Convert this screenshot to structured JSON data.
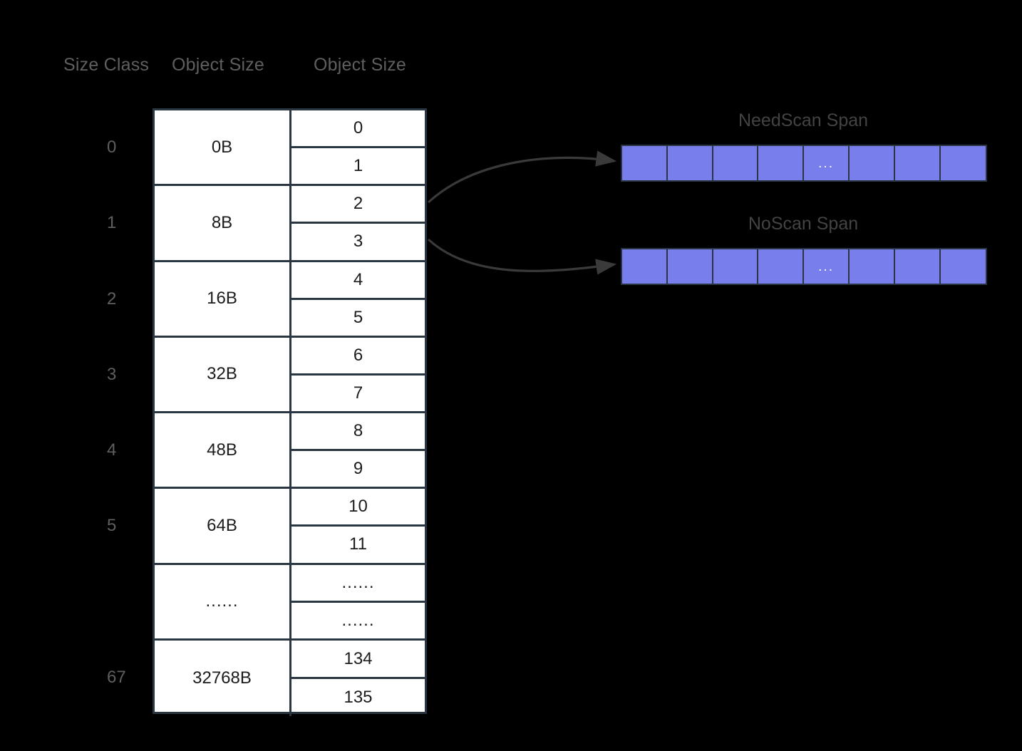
{
  "headers": {
    "size_class": "Size Class",
    "object_size_left": "Object Size",
    "object_size_right": "Object Size"
  },
  "colors": {
    "background": "#000000",
    "table_border": "#2b3643",
    "table_fill": "#ffffff",
    "span_cell": "#787fec",
    "label_text": "#5f5f5f",
    "cell_text": "#1c1c1c",
    "arrow": "#3a3a3a"
  },
  "table": {
    "rows": [
      {
        "size_class": "0",
        "object_size": "0B",
        "objects": [
          "0",
          "1"
        ]
      },
      {
        "size_class": "1",
        "object_size": "8B",
        "objects": [
          "2",
          "3"
        ]
      },
      {
        "size_class": "2",
        "object_size": "16B",
        "objects": [
          "4",
          "5"
        ]
      },
      {
        "size_class": "3",
        "object_size": "32B",
        "objects": [
          "6",
          "7"
        ]
      },
      {
        "size_class": "4",
        "object_size": "48B",
        "objects": [
          "8",
          "9"
        ]
      },
      {
        "size_class": "5",
        "object_size": "64B",
        "objects": [
          "10",
          "11"
        ]
      },
      {
        "size_class": "",
        "object_size": "......",
        "objects": [
          "......",
          "......"
        ]
      },
      {
        "size_class": "67",
        "object_size": "32768B",
        "objects": [
          "134",
          "135"
        ]
      }
    ]
  },
  "spans": [
    {
      "title": "NeedScan Span",
      "cell_count": 8,
      "ellipsis_index": 4,
      "ellipsis": "..."
    },
    {
      "title": "NoScan Span",
      "cell_count": 8,
      "ellipsis_index": 4,
      "ellipsis": "..."
    }
  ],
  "arrows": [
    {
      "from_object": "2",
      "to_span": "NeedScan Span"
    },
    {
      "from_object": "3",
      "to_span": "NoScan Span"
    }
  ]
}
